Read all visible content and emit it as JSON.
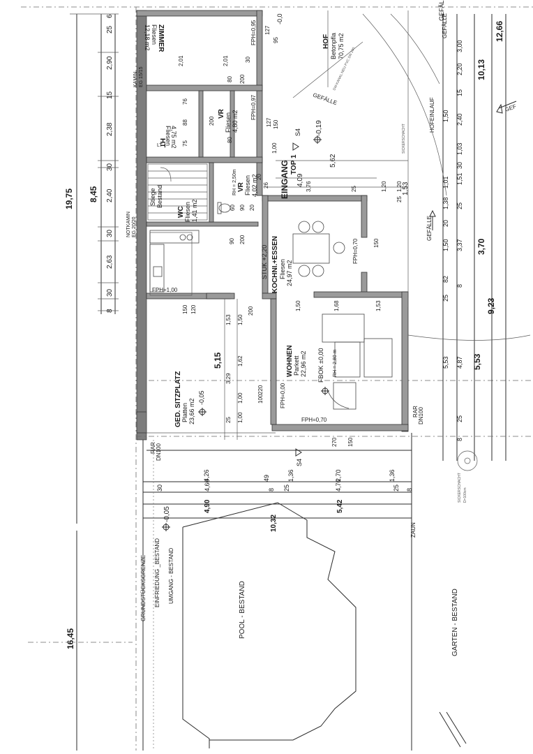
{
  "dims_outer": {
    "total_long": "19,75",
    "total_pool": "16,45",
    "seg_845": "8,45"
  },
  "dims_left_chain": [
    "6",
    "25",
    "2,90",
    "15",
    "2,38",
    "30",
    "2,40",
    "30",
    "2,63",
    "30",
    "8"
  ],
  "dims_right_outer": [
    "12,66",
    "10,13",
    "3,70",
    "9,23"
  ],
  "dims_right_mid": [
    "GEFÄLLI",
    "3,00",
    "2,20",
    "15",
    "2,40",
    "1,03",
    "30",
    "1,51",
    "1,01",
    "1,38",
    "20",
    "25",
    "1,50",
    "3,37",
    "82",
    "8",
    "25",
    "4,87",
    "5,53",
    "5,53",
    "8",
    "25"
  ],
  "dims_right_hof": [
    "1,50",
    "1,53",
    "1,20",
    "25"
  ],
  "dims_bottom_rows": {
    "row1": [
      "4,26",
      "49",
      "1,36",
      "2,70",
      "1,36"
    ],
    "row2": [
      "30",
      "4,60",
      "8",
      "25",
      "4,76",
      "25",
      "8"
    ],
    "row3": [
      "4,90",
      "5,42"
    ],
    "row4": [
      "10,32"
    ]
  },
  "rooms": {
    "zimmer": {
      "name": "ZIMMER",
      "floor": "Fliesen",
      "area": "12,18 m2"
    },
    "ht": {
      "name": "HT",
      "floor": "Fliesen",
      "area": "4,75 m2"
    },
    "vr1": {
      "name": "VR",
      "floor": "Fliesen",
      "area": "4,80 m2"
    },
    "vr2": {
      "name": "VR",
      "floor": "Fliesen",
      "area": "4,02 m2"
    },
    "wc": {
      "name": "WC",
      "floor": "Fliesen",
      "area": "1,41 m2"
    },
    "stiege": {
      "name": "Stiege",
      "note": "Bestand"
    },
    "kochen": {
      "name": "KOCHNI.+ESSEN",
      "floor": "Fliesen",
      "area": "24,97 m2"
    },
    "wohnen": {
      "name": "WOHNEN",
      "floor": "Parkett",
      "area": "22,96 m2"
    },
    "sitzplatz": {
      "name": "GED. SITZPLATZ",
      "floor": "Platten",
      "area": "23,66 m2"
    },
    "hof": {
      "name": "HOF",
      "floor": "Betonpfla",
      "area": "70,75 m2"
    },
    "pool": {
      "name": "POOL - BESTAND"
    },
    "garten": {
      "name": "GARTEN - BESTAND"
    }
  },
  "labels": {
    "eingang": "EINGANG",
    "top1": "TOP 1",
    "s4_top": "S4",
    "s4_bottom": "S4",
    "fph_095": "FPH=0,95",
    "fph_097": "FPH=0,97",
    "fph_100": "FPH=1,00",
    "fph_000": "FPH=0,00",
    "fph_070a": "FPH=0,70",
    "fph_070b": "FPH=0,70",
    "fbok": "FBOK ±0,00",
    "rh_wohnen": "RH = 2,80 m",
    "rh_vr": "RH = 2,50m",
    "stuk": "STUK +2,20",
    "kamin": "KAMIN",
    "kamin_eg": "EG 15/15",
    "notkamin": "NOTKAMIN",
    "notkamin_eg": "EG 20/20",
    "rar_left": "RAR",
    "dn_left": "DN100",
    "rar_right": "RAR",
    "dn_right": "DN100",
    "zaun": "ZAUN",
    "grundstueck": "GRUNDSTÜCKSGRENZE",
    "einfriedung": "EINFRIEDUNG _BESTAND",
    "umgang": "UMGANG - BESTAND",
    "gefaelle1": "GEFÄLLE",
    "gefaelle2": "GEFÄLLE",
    "gefaelle3": "GEFÄLLE",
    "gefaelle4": "GEF",
    "hofeinlauf": "HOFEINLAUF",
    "elev_hof": "-0,19",
    "elev_sitz": "-0,05",
    "elev_pool": "-0,05",
    "elev_top": "-0,0",
    "lt": "LT",
    "kanal": "SW-KANAL NEU PVC DN 100",
    "sickerschacht": "SICKERSCHACHT",
    "sickerschacht_bot": "SICKERSCHACHT",
    "dn_bot": "D=100cm"
  },
  "openings": {
    "z_127": "127",
    "z_95": "95",
    "z_201a": "2,01",
    "z_201b": "2,01",
    "z_30": "30",
    "z_80": "80",
    "z_200": "200",
    "vr_127": "127",
    "vr_150": "150",
    "vr_200": "200",
    "vr_80": "80",
    "ht_76": "76",
    "ht_88": "88",
    "ht_75": "75",
    "k_90": "90",
    "k_200": "200",
    "k_150": "150",
    "k_120": "120",
    "k_200b": "200",
    "k_150b": "150",
    "w_168": "1,68",
    "w_150": "1,50",
    "w_153": "1,53",
    "w_100": "100",
    "w_220": "220",
    "s_153": "1,53",
    "s_150": "1,50",
    "s_329": "3,29",
    "s_162": "1,62",
    "s_100": "1,00",
    "s_100b": "1,00",
    "s_25": "25",
    "s_515": "5,15",
    "e_100": "1,00",
    "e_20": "20",
    "e_26": "26",
    "e_25": "25",
    "e_376": "3,76",
    "e_409": "4,09",
    "e_562": "5,62",
    "wc_60": "60",
    "wc_90": "90",
    "wc_20": "20",
    "wc_120": "1,20",
    "b_270": "270",
    "b_150": "150"
  }
}
